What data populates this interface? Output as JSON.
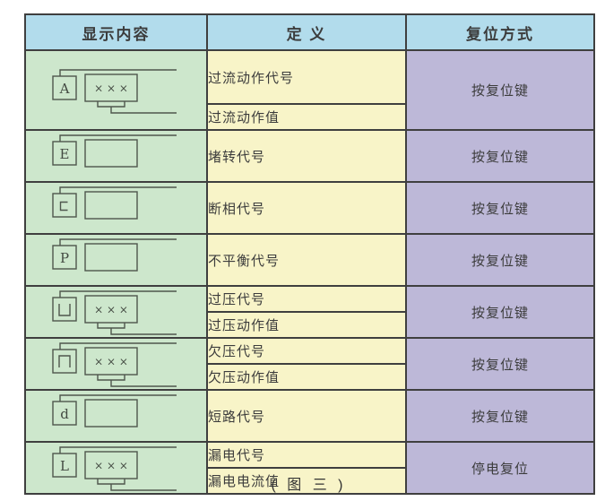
{
  "table": {
    "headers": [
      "显示内容",
      "定 义",
      "复位方式"
    ],
    "rows": [
      {
        "symbol": {
          "name": "overcurrent-display",
          "letter": "A",
          "glyph": "text",
          "value": "× × ×",
          "has_bracket": true
        },
        "definitions": [
          "过流动作代号",
          "过流动作值"
        ],
        "reset": "按复位键"
      },
      {
        "symbol": {
          "name": "stall-display",
          "letter": "E",
          "glyph": "text",
          "value": "",
          "has_bracket": false
        },
        "definitions": [
          "堵转代号"
        ],
        "reset": "按复位键"
      },
      {
        "symbol": {
          "name": "phase-loss-display",
          "letter": "c",
          "glyph": "c",
          "value": "",
          "has_bracket": false
        },
        "definitions": [
          "断相代号"
        ],
        "reset": "按复位键"
      },
      {
        "symbol": {
          "name": "unbalance-display",
          "letter": "P",
          "glyph": "text",
          "value": "",
          "has_bracket": false
        },
        "definitions": [
          "不平衡代号"
        ],
        "reset": "按复位键"
      },
      {
        "symbol": {
          "name": "overvoltage-display",
          "letter": "⊔",
          "glyph": "cup",
          "value": "× × ×",
          "has_bracket": true
        },
        "definitions": [
          "过压代号",
          "过压动作值"
        ],
        "reset": "按复位键"
      },
      {
        "symbol": {
          "name": "undervoltage-display",
          "letter": "⊓",
          "glyph": "cap",
          "value": "× × ×",
          "has_bracket": true
        },
        "definitions": [
          "欠压代号",
          "欠压动作值"
        ],
        "reset": "按复位键"
      },
      {
        "symbol": {
          "name": "short-circuit-display",
          "letter": "d",
          "glyph": "text",
          "value": "",
          "has_bracket": false
        },
        "definitions": [
          "短路代号"
        ],
        "reset": "按复位键"
      },
      {
        "symbol": {
          "name": "leakage-display",
          "letter": "L",
          "glyph": "text",
          "value": "× × ×",
          "has_bracket": true
        },
        "definitions": [
          "漏电代号",
          "漏电电流值"
        ],
        "reset": "停电复位"
      }
    ]
  },
  "caption": "( 图 三 )",
  "colors": {
    "header_bg": "#b2dcec",
    "display_bg": "#cde7cc",
    "definition_bg": "#f8f4c8",
    "reset_bg": "#bdb8d8",
    "border": "#3f3f3f",
    "text": "#3c3c3c"
  }
}
